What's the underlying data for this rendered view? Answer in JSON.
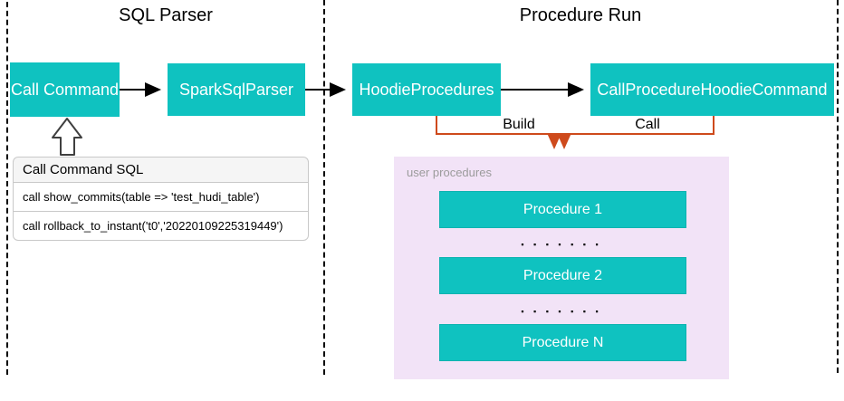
{
  "colors": {
    "teal": "#0FC2C0",
    "orange": "#CE4A1C",
    "purple_bg": "#F2E3F7"
  },
  "sections": {
    "sql_parser": {
      "title": "SQL Parser",
      "call_command_node": "Call Command",
      "spark_sql_parser_node": "SparkSqlParser",
      "sql_panel": {
        "header": "Call Command SQL",
        "rows": [
          "call show_commits(table => 'test_hudi_table')",
          "call rollback_to_instant('t0','20220109225319449')"
        ]
      }
    },
    "procedure_run": {
      "title": "Procedure Run",
      "hoodie_procedures_node": "HoodieProcedures",
      "call_procedure_hoodie_command_node": "CallProcedureHoodieCommand",
      "build_label": "Build",
      "call_label": "Call",
      "user_procedures": {
        "label": "user procedures",
        "items": [
          "Procedure 1",
          "Procedure 2",
          "Procedure N"
        ],
        "dots": "▪ ▪ ▪ ▪ ▪ ▪ ▪"
      }
    }
  }
}
